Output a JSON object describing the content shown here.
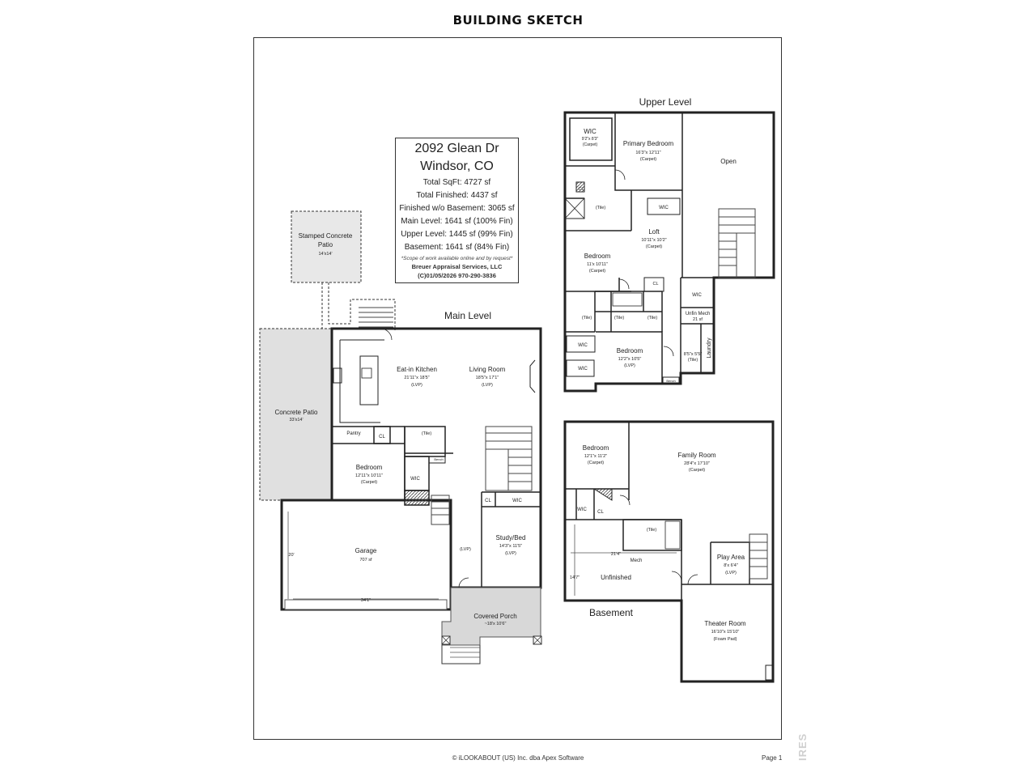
{
  "title": "BUILDING SKETCH",
  "info": {
    "address1": "2092 Glean Dr",
    "address2": "Windsor, CO",
    "total_sqft": "Total SqFt: 4727 sf",
    "total_finished": "Total Finished: 4437 sf",
    "finished_wo_basement": "Finished w/o Basement: 3065 sf",
    "main_level": "Main Level: 1641 sf (100% Fin)",
    "upper_level": "Upper Level: 1445 sf (99% Fin)",
    "basement": "Basement: 1641 sf (84% Fin)",
    "note": "*Scope of work available online and by request*",
    "company": "Breuer Appraisal Services, LLC",
    "copyright": "(C)01/05/2026   970-290-3836"
  },
  "levels": {
    "upper": "Upper Level",
    "main": "Main Level",
    "basement": "Basement"
  },
  "rooms": {
    "stamped_patio": {
      "name": "Stamped Concrete Patio",
      "name1": "Stamped Concrete",
      "name2": "Patio",
      "dim": "14'x14'"
    },
    "concrete_patio": {
      "name": "Concrete Patio",
      "dim": "33'x14'"
    },
    "garage": {
      "name": "Garage",
      "dim": "707 sf",
      "w": "34'1\"",
      "h": "20'"
    },
    "kitchen": {
      "name": "Eat-in Kitchen",
      "dim": "21'11\"x 18'5\"",
      "floor": "(LVP)"
    },
    "living": {
      "name": "Living Room",
      "dim": "18'5\"x 17'1\"",
      "floor": "(LVP)"
    },
    "pantry": {
      "name": "Pantry"
    },
    "main_bedroom": {
      "name": "Bedroom",
      "dim": "12'11\"x 10'11\"",
      "floor": "(Carpet)"
    },
    "study": {
      "name": "Study/Bed",
      "dim": "14'3\"x 11'5\"",
      "floor": "(LVP)"
    },
    "porch": {
      "name": "Covered Porch",
      "dim": "~18'x 10'6\""
    },
    "wic": "WIC",
    "cl": "CL",
    "tile": "(Tile)",
    "lvp": "(LVP)",
    "bench": "Bench",
    "primary": {
      "name": "Primary Bedroom",
      "dim": "16'3\"x 12'11\"",
      "floor": "(Carpet)"
    },
    "primary_wic": {
      "name": "WIC",
      "dim": "9'2\"x 8'3\"",
      "floor": "(Carpet)"
    },
    "open": {
      "name": "Open"
    },
    "loft": {
      "name": "Loft",
      "dim": "10'11\"x 10'2\"",
      "floor": "(Carpet)"
    },
    "up_bed1": {
      "name": "Bedroom",
      "dim": "11'x 10'11\"",
      "floor": "(Carpet)"
    },
    "up_bed2": {
      "name": "Bedroom",
      "dim": "12'2\"x 10'5\"",
      "floor": "(LVP)"
    },
    "unfin_mech": {
      "name": "Unfin Mech",
      "dim": "21 sf"
    },
    "laundry": {
      "name": "Laundry",
      "dim": "8'5\"x 5'5\"",
      "floor": "(Tile)"
    },
    "b_bed": {
      "name": "Bedroom",
      "dim": "12'1\"x 11'2\"",
      "floor": "(Carpet)"
    },
    "family": {
      "name": "Family Room",
      "dim": "28'4\"x 17'10\"",
      "floor": "(Carpet)"
    },
    "unfinished": {
      "name": "Unfinished",
      "w": "21'4\"",
      "h": "14'7\""
    },
    "mech": "Mech",
    "play": {
      "name": "Play Area",
      "dim": "8'x 6'4\"",
      "floor": "(LVP)"
    },
    "theater": {
      "name": "Theater Room",
      "dim": "16'10\"x 15'10\"",
      "floor": "(Foam Pad)"
    }
  },
  "footer": {
    "copyright": "© iLOOKABOUT (US) Inc. dba Apex Software",
    "page": "Page 1"
  },
  "watermark": "IRES"
}
